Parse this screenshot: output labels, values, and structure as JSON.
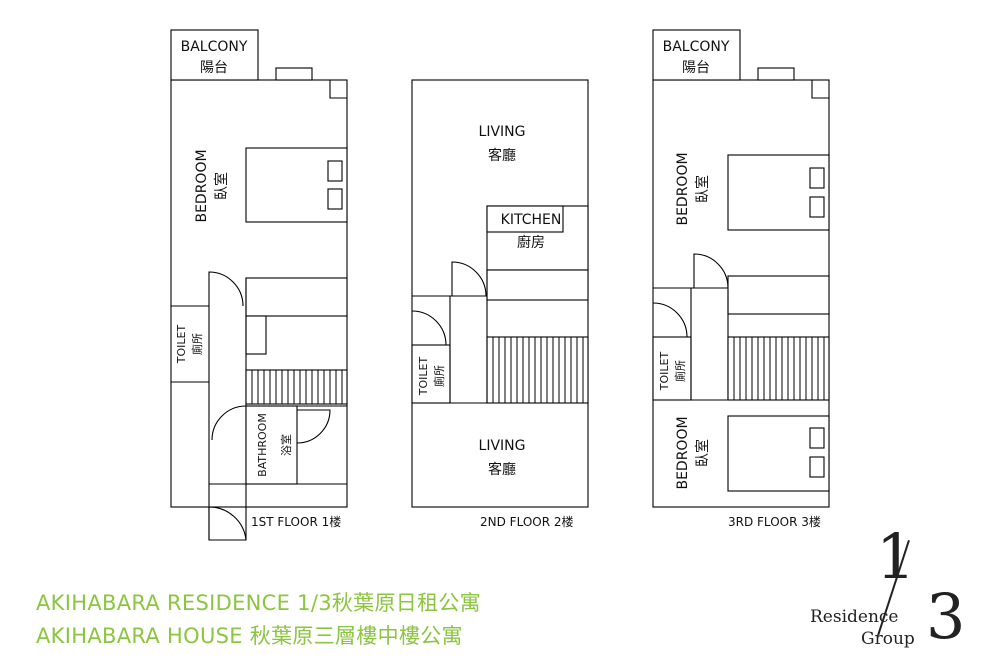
{
  "labels": {
    "balcony_en": "BALCONY",
    "balcony_zh": "陽台",
    "bedroom_en": "BEDROOM",
    "bedroom_zh": "臥室",
    "toilet_en": "TOILET",
    "toilet_zh": "廁所",
    "bathroom_en": "BATHROOM",
    "bathroom_zh": "浴室",
    "living_en": "LIVING",
    "living_zh": "客廳",
    "kitchen_en": "KITCHEN",
    "kitchen_zh": "廚房"
  },
  "floors": {
    "first": "1ST FLOOR 1楼",
    "second": "2ND FLOOR 2楼",
    "third": "3RD FLOOR 3楼"
  },
  "caption": {
    "line1": "AKIHABARA RESIDENCE  1/3秋葉原日租公寓",
    "line2": "AKIHABARA HOUSE   秋葉原三層樓中樓公寓",
    "color": "#8cc540"
  },
  "logo": {
    "numerator": "1",
    "denominator": "3",
    "word1": "Residence",
    "word2": "Group"
  }
}
